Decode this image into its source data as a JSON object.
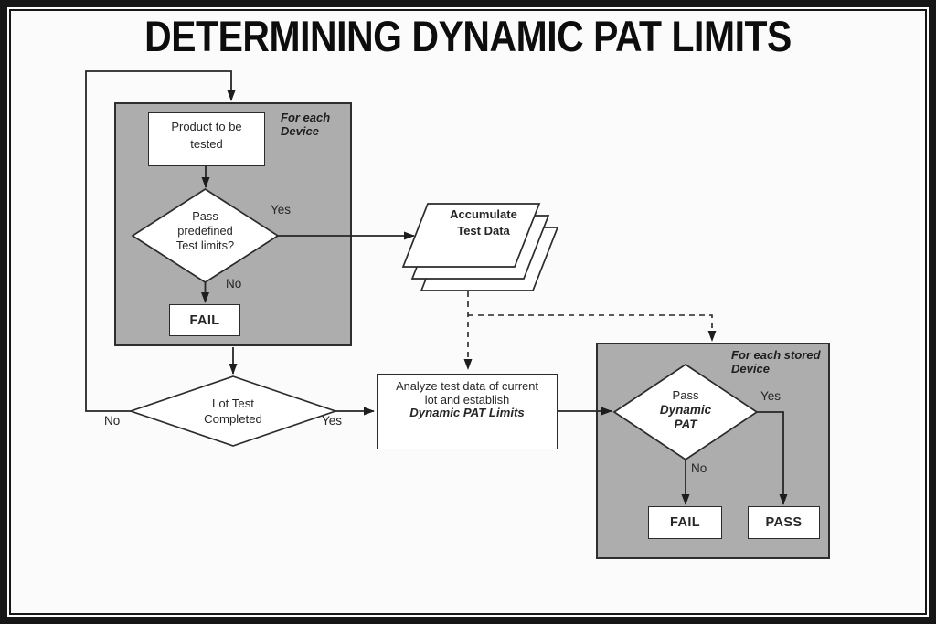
{
  "title": "DETERMINING DYNAMIC PAT LIMITS",
  "colors": {
    "canvas": "#fbfbfb",
    "loop_fill": "#adadad",
    "stroke": "#262626",
    "node_fill": "#ffffff"
  },
  "nodes": {
    "device_loop_label": [
      "For each",
      "Device"
    ],
    "product": [
      "Product to be",
      "tested"
    ],
    "predefined_decision": [
      "Pass",
      "predefined",
      "Test limits?"
    ],
    "fail_device": "FAIL",
    "accumulate": [
      "Accumulate",
      "Test Data"
    ],
    "lot_decision": [
      "Lot Test",
      "Completed"
    ],
    "analyze": {
      "line1": "Analyze test data of current",
      "line2": "lot and establish",
      "line3": "Dynamic PAT Limits"
    },
    "stored_loop_label": [
      "For each stored",
      "Device"
    ],
    "pat_decision": {
      "line1": "Pass",
      "line2": "Dynamic",
      "line3": "PAT"
    },
    "fail_stored": "FAIL",
    "pass_stored": "PASS"
  },
  "edges": {
    "yes_predefined": "Yes",
    "no_predefined": "No",
    "yes_lot": "Yes",
    "no_lot": "No",
    "yes_pat": "Yes",
    "no_pat": "No"
  }
}
